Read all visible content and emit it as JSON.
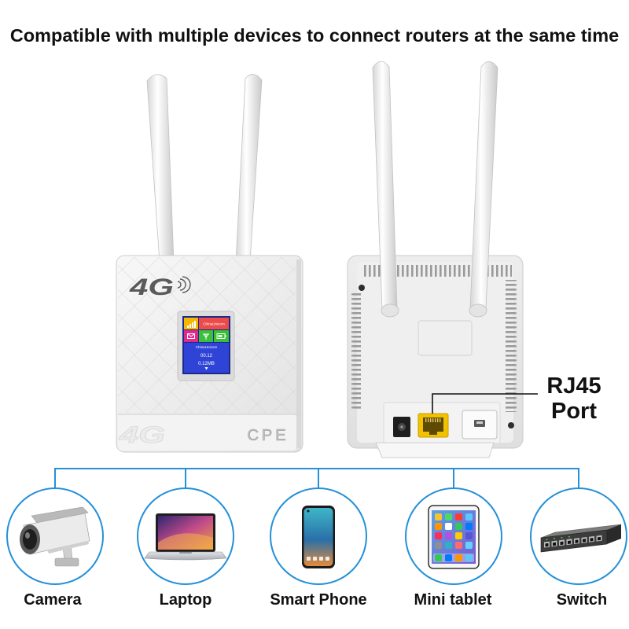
{
  "title": "Compatible with multiple devices to connect routers at the same time",
  "router_front": {
    "logo": "4G",
    "band_logo": "4G",
    "model": "CPE",
    "screen": {
      "carrier_tile": "ChinaUnicom",
      "carrier": "ChinaUnicom",
      "time": "00.12",
      "data_usage": "0.12MB"
    }
  },
  "router_back": {
    "port_callout": {
      "line1": "RJ45",
      "line2": "Port"
    }
  },
  "devices": [
    {
      "label": "Camera",
      "icon": "cctv-camera-icon"
    },
    {
      "label": "Laptop",
      "icon": "laptop-icon"
    },
    {
      "label": "Smart Phone",
      "icon": "smartphone-icon"
    },
    {
      "label": "Mini tablet",
      "icon": "tablet-icon"
    },
    {
      "label": "Switch",
      "icon": "network-switch-icon"
    }
  ],
  "colors": {
    "connector": "#2490d8",
    "rj45_port": "#f2c200",
    "text": "#111111"
  }
}
